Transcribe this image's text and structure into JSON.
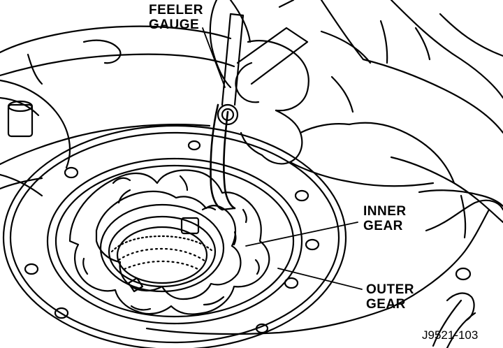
{
  "labels": {
    "feeler_gauge": [
      "FEELER",
      "GAUGE"
    ],
    "inner_gear": [
      "INNER",
      "GEAR"
    ],
    "outer_gear": [
      "OUTER",
      "GEAR"
    ]
  },
  "figure_id": "J9521-103",
  "colors": {
    "ink": "#000000",
    "paper": "#ffffff"
  }
}
